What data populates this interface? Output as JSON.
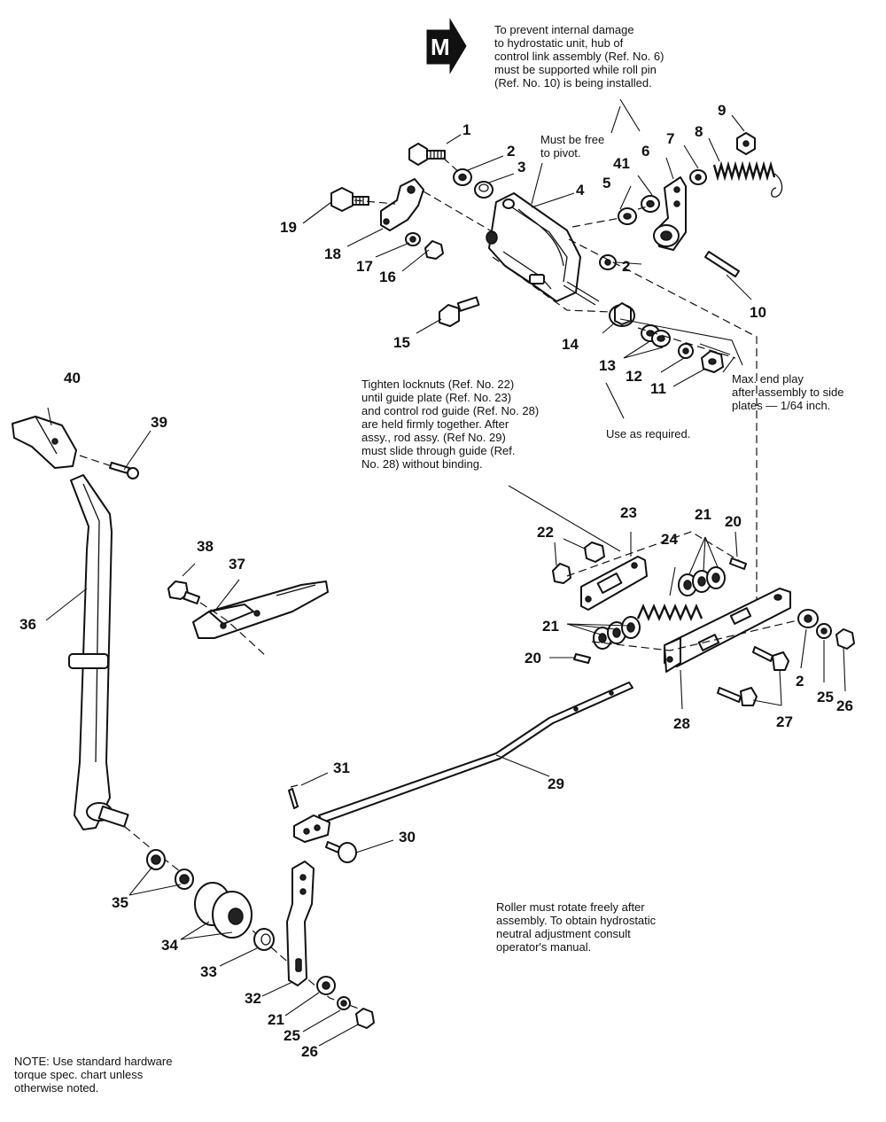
{
  "badge": {
    "letter": "M"
  },
  "notes": {
    "hub_support": "To prevent internal damage\nto hydrostatic unit, hub of\ncontrol link assembly (Ref. No. 6)\nmust be supported while roll pin\n(Ref. No. 10) is being installed.",
    "pivot": "Must be free\nto pivot.",
    "end_play": "Max. end play\nafter assembly to side\nplates — 1/64 inch.",
    "as_required": "Use as required.",
    "locknuts": "Tighten locknuts (Ref. No. 22)\nuntil guide plate (Ref. No. 23)\nand control rod guide (Ref. No. 28)\nare held firmly together. After\nassy., rod assy. (Ref No. 29)\nmust slide through guide (Ref.\nNo. 28) without binding.",
    "roller": "Roller must rotate freely after\nassembly. To obtain hydrostatic\nneutral adjustment consult\noperator's manual.",
    "torque": "NOTE: Use standard hardware\ntorque spec. chart unless\notherwise noted."
  },
  "callouts": [
    "1",
    "2",
    "3",
    "4",
    "5",
    "6",
    "7",
    "8",
    "9",
    "10",
    "11",
    "12",
    "13",
    "14",
    "15",
    "16",
    "17",
    "18",
    "19",
    "2",
    "40",
    "39",
    "23",
    "22",
    "24",
    "21",
    "20",
    "21",
    "20",
    "2",
    "25",
    "26",
    "28",
    "27",
    "38",
    "37",
    "36",
    "29",
    "31",
    "30",
    "35",
    "34",
    "33",
    "32",
    "21",
    "25",
    "26",
    "41"
  ]
}
